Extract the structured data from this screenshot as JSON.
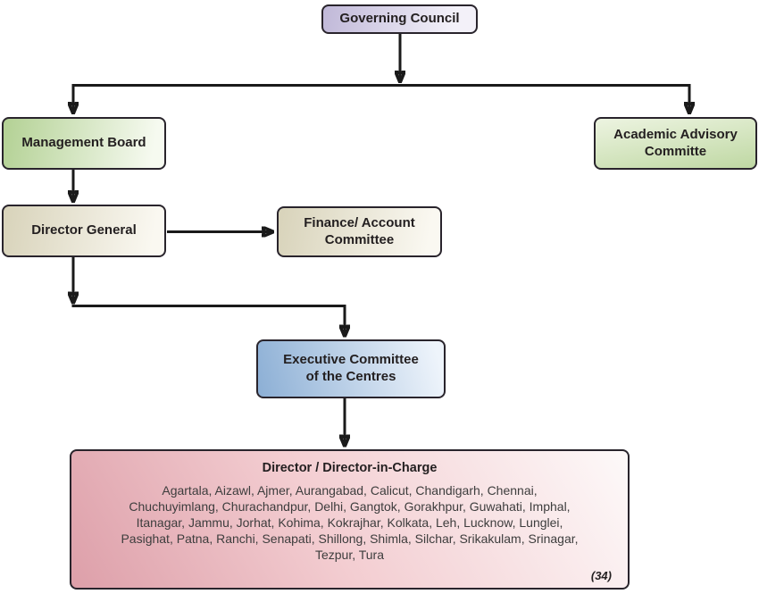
{
  "diagram": {
    "type": "org-chart",
    "nodes": {
      "governing_council": {
        "label": "Governing Council"
      },
      "management_board": {
        "label": "Management Board"
      },
      "academic_advisory_committee": {
        "label": [
          "Academic Advisory",
          "Committe"
        ]
      },
      "director_general": {
        "label": "Director General"
      },
      "finance_account_committee": {
        "label": [
          "Finance/ Account",
          "Committee"
        ]
      },
      "executive_committee": {
        "label": [
          "Executive Committee",
          "of the Centres"
        ]
      },
      "directors": {
        "title": "Director / Director-in-Charge",
        "centres_lines": [
          "Agartala, Aizawl, Ajmer, Aurangabad, Calicut, Chandigarh, Chennai,",
          "Chuchuyimlang, Churachandpur, Delhi, Gangtok, Gorakhpur, Guwahati, Imphal,",
          "Itanagar, Jammu, Jorhat, Kohima, Kokrajhar, Kolkata, Leh, Lucknow, Lunglei,",
          "Pasighat, Patna, Ranchi, Senapati, Shillong, Shimla, Silchar, Srikakulam, Srinagar,",
          "Tezpur, Tura"
        ],
        "count_note": "(34)"
      }
    },
    "edges": [
      {
        "from": "governing_council",
        "to": "management_board"
      },
      {
        "from": "governing_council",
        "to": "academic_advisory_committee"
      },
      {
        "from": "management_board",
        "to": "director_general"
      },
      {
        "from": "director_general",
        "to": "finance_account_committee"
      },
      {
        "from": "director_general",
        "to": "executive_committee"
      },
      {
        "from": "executive_committee",
        "to": "directors"
      }
    ],
    "colors": {
      "governing_council_fill": "#c0b8d8",
      "management_board_fill": "#b3d194",
      "academic_advisory_fill": "#bfd8a3",
      "director_general_fill": "#d8d3ba",
      "finance_committee_fill": "#d8d3ba",
      "executive_committee_fill": "#8cafd5",
      "directors_fill": "#dd9fa9",
      "connector": "#1a1a1a",
      "border": "#29242c",
      "label_text": "#231f20",
      "list_text": "#3d3d3d"
    }
  }
}
